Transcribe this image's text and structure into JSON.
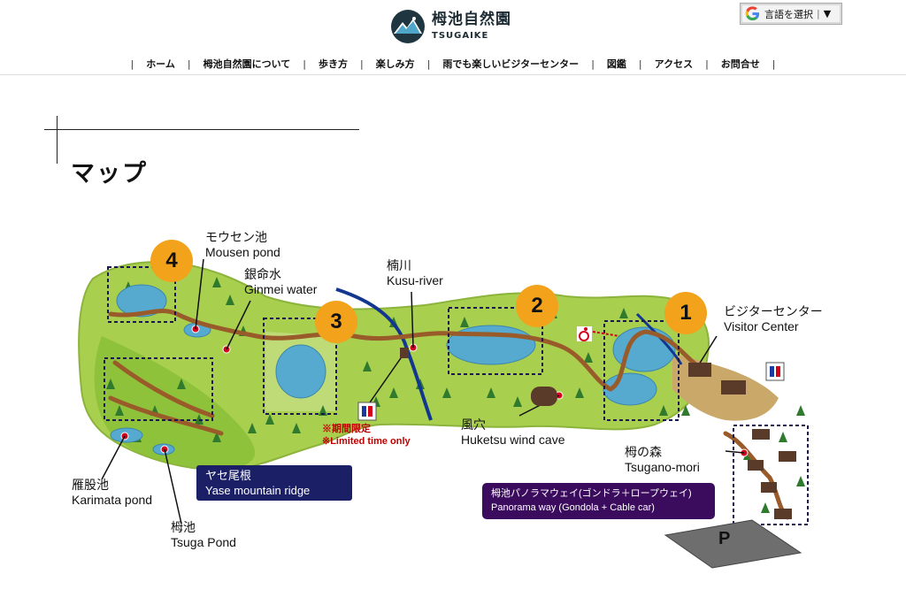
{
  "header": {
    "logo_jp": "栂池自然園",
    "logo_en": "TSUGAIKE",
    "translate_label": "言語を選択",
    "translate_arrow": "▼",
    "logo_icon": "mountain-logo-icon",
    "translate_icon": "google-g-icon"
  },
  "nav": {
    "items": [
      "ホーム",
      "栂池自然園について",
      "歩き方",
      "楽しみ方",
      "雨でも楽しいビジターセンター",
      "図鑑",
      "アクセス",
      "お問合せ"
    ]
  },
  "page": {
    "title": "マップ"
  },
  "map": {
    "colors": {
      "land": "#a9cf4f",
      "path": "#9a5b2a",
      "pond": "#56a9cf",
      "river": "#13378f",
      "marker": "#f2a21b"
    },
    "markers": [
      "1",
      "2",
      "3",
      "4"
    ],
    "labels": {
      "mousen_jp": "モウセン池",
      "mousen_en": "Mousen pond",
      "ginmei_jp": "銀命水",
      "ginmei_en": "Ginmei water",
      "kusu_jp": "楠川",
      "kusu_en": "Kusu-river",
      "visitor_jp": "ビジターセンター",
      "visitor_en": "Visitor Center",
      "limited_jp": "※期間限定",
      "limited_en": "※Limited time only",
      "cave_jp": "風穴",
      "cave_en": "Huketsu wind cave",
      "mori_jp": "栂の森",
      "mori_en": "Tsugano-mori",
      "karimata_jp": "雁股池",
      "karimata_en": "Karimata pond",
      "tsuga_jp": "栂池",
      "tsuga_en": "Tsuga Pond",
      "ridge_jp": "ヤセ尾根",
      "ridge_en": "Yase mountain ridge",
      "pano_jp": "栂池パノラマウェイ(ゴンドラ＋ロープウェイ)",
      "pano_en": "Panorama way (Gondola + Cable car)",
      "parking": "P"
    },
    "icons": [
      "restroom-icon",
      "wheelchair-icon",
      "parking-icon"
    ]
  }
}
